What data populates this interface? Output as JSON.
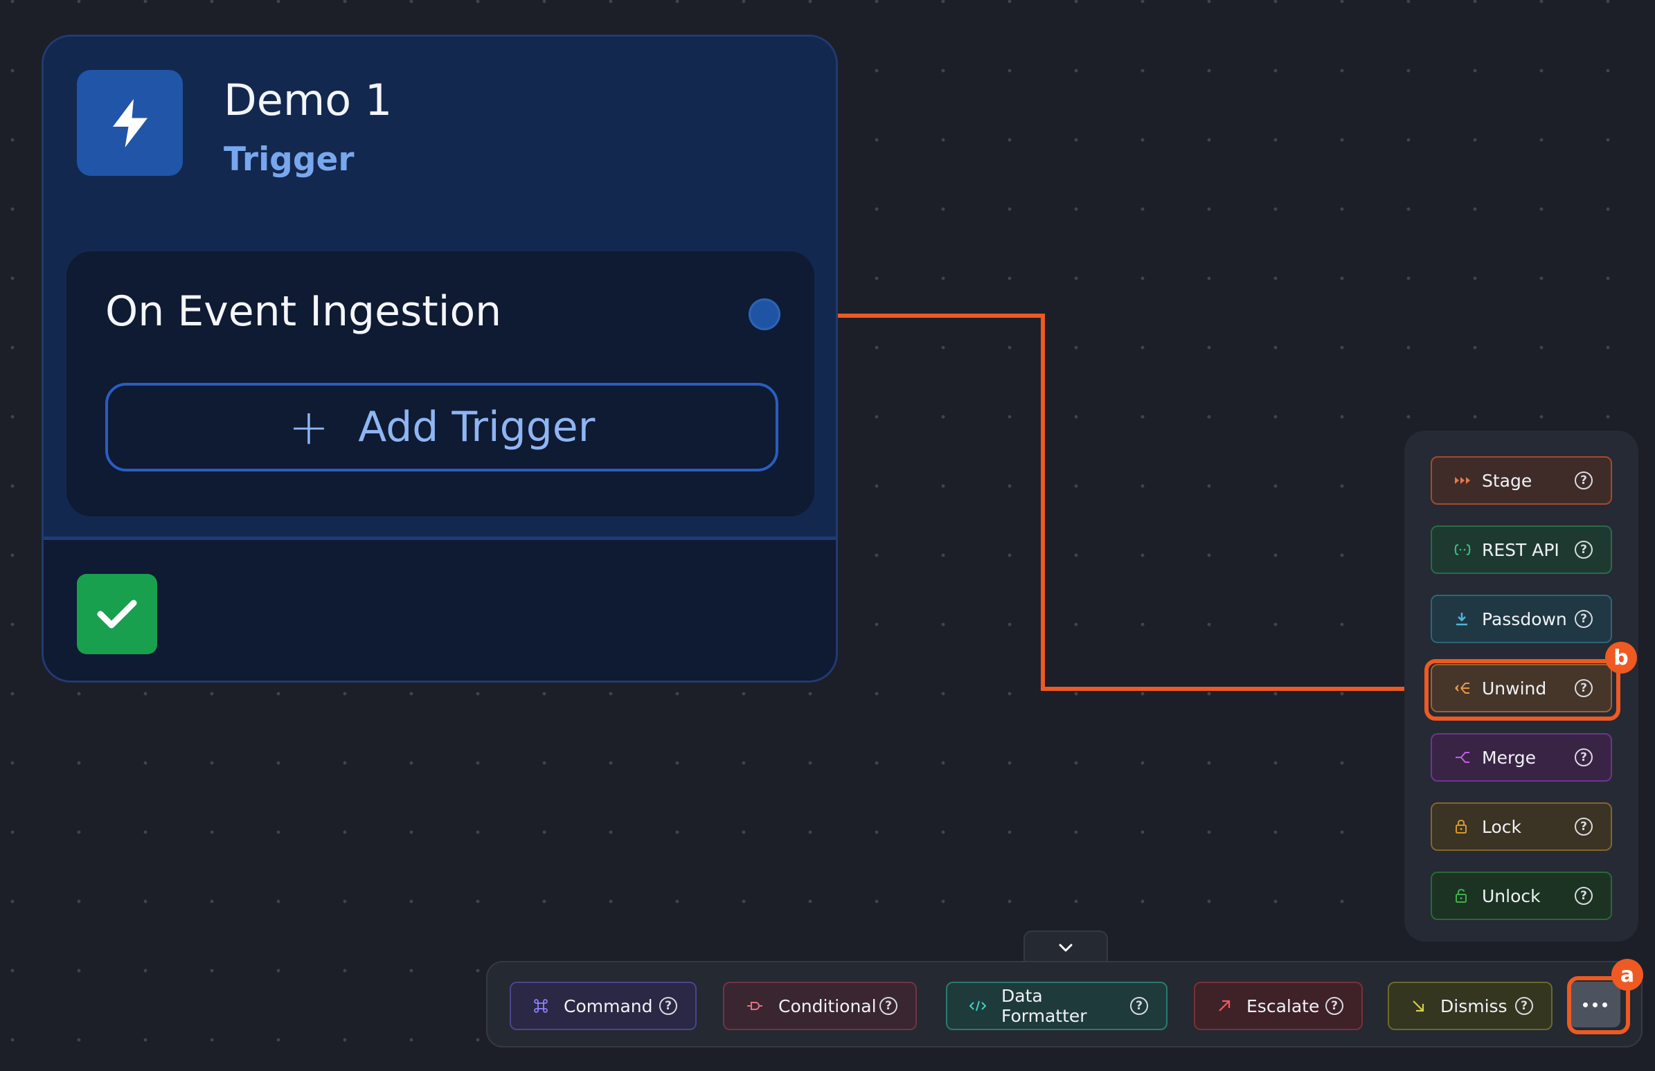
{
  "node": {
    "title": "Demo 1",
    "subtitle": "Trigger",
    "trigger_label": "On Event Ingestion",
    "add_trigger_label": "Add Trigger",
    "icon": "lightning-bolt-icon",
    "status_icon": "checkmark-icon"
  },
  "side_panel": {
    "items": [
      {
        "label": "Stage",
        "icon": "stage-icon",
        "color": "#e8784a"
      },
      {
        "label": "REST API",
        "icon": "rest-api-icon",
        "color": "#34c08a"
      },
      {
        "label": "Passdown",
        "icon": "download-icon",
        "color": "#4fb6d8"
      },
      {
        "label": "Unwind",
        "icon": "unwind-icon",
        "color": "#e89a4a"
      },
      {
        "label": "Merge",
        "icon": "merge-icon",
        "color": "#c35ee8"
      },
      {
        "label": "Lock",
        "icon": "lock-icon",
        "color": "#d69a2a"
      },
      {
        "label": "Unlock",
        "icon": "unlock-icon",
        "color": "#3fb04a"
      }
    ]
  },
  "toolbar": {
    "items": [
      {
        "label": "Command",
        "icon": "command-icon",
        "color": "#8b82ff"
      },
      {
        "label": "Conditional",
        "icon": "conditional-icon",
        "color": "#e86e86"
      },
      {
        "label": "Data Formatter",
        "icon": "code-icon",
        "color": "#3fd4c4"
      },
      {
        "label": "Escalate",
        "icon": "arrow-up-right-icon",
        "color": "#f05a5a"
      },
      {
        "label": "Dismiss",
        "icon": "arrow-down-right-icon",
        "color": "#d4d24a"
      }
    ],
    "help_symbol": "?",
    "more_icon": "ellipsis-icon"
  },
  "annotations": {
    "marker_a": "a",
    "marker_b": "b",
    "highlight_color": "#ee5a22"
  }
}
